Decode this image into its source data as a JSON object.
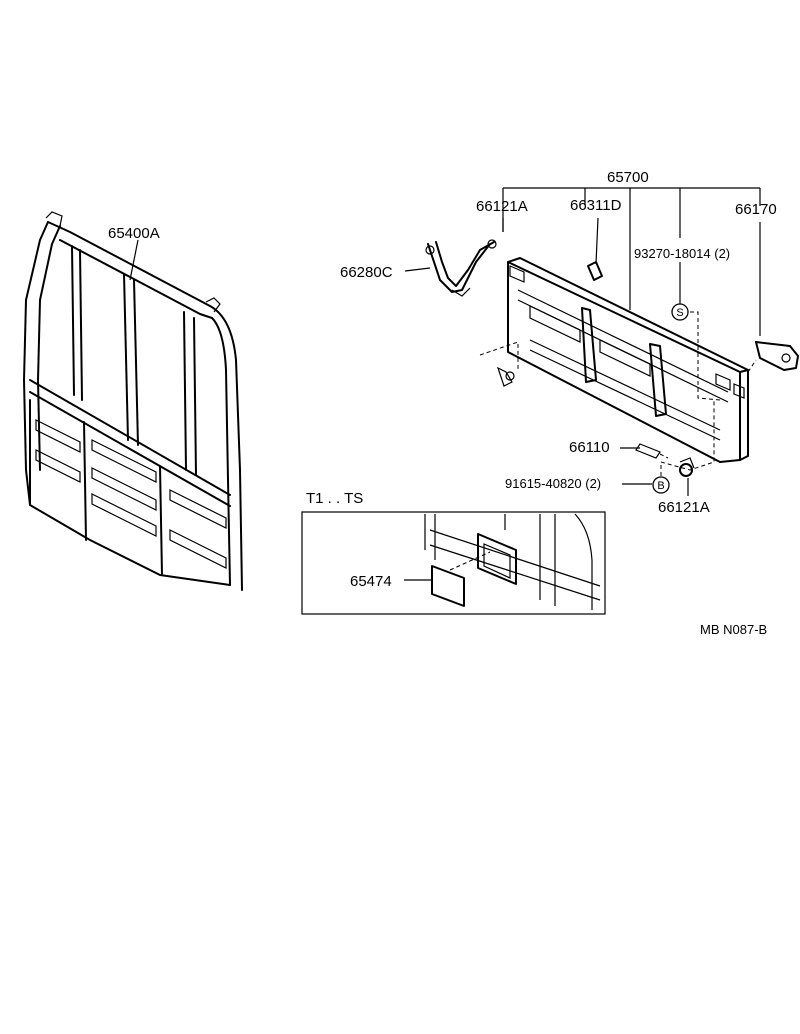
{
  "parts": {
    "rear_panel": "65400A",
    "tailgate_assy": "65700",
    "hinge_pin_left": "66121A",
    "chain_bracket": "66311D",
    "hook": "66170",
    "clip_number": "93270-18014 (2)",
    "support_chain": "66280C",
    "stopper": "66110",
    "bolt_number": "91615-40820 (2)",
    "hinge_pin_right": "66121A",
    "plate": "65474"
  },
  "markers": {
    "s": "S",
    "b": "B"
  },
  "inset": {
    "label": "T1 . . TS"
  },
  "footer": {
    "code": "MB  N087-B"
  }
}
